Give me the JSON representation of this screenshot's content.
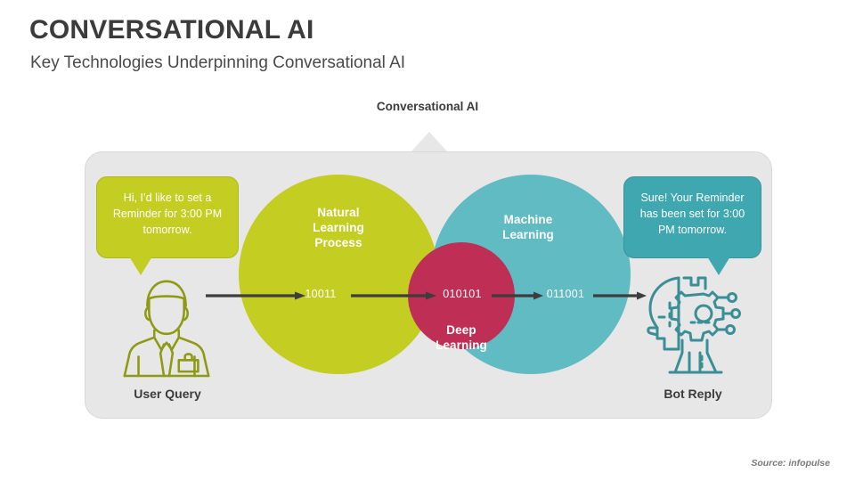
{
  "header": {
    "title": "CONVERSATIONAL AI",
    "subtitle": "Key Technologies Underpinning Conversational AI"
  },
  "diagram": {
    "caption": "Conversational AI",
    "circles": [
      {
        "id": "nlp",
        "label": "Natural\nLearning\nProcess",
        "color": "#c4cd22"
      },
      {
        "id": "ml",
        "label": "Machine\nLearning",
        "color": "#4db5be"
      },
      {
        "id": "dl",
        "label": "Deep\nLearning",
        "color": "#bf2e55"
      }
    ],
    "circle_labels": {
      "nlp": "Natural Learning Process",
      "ml": "Machine Learning",
      "dl": "Deep Learning"
    },
    "binary_labels": [
      "10011",
      "010101",
      "011001"
    ],
    "bubbles": {
      "user": "Hi, I’d like to set a Reminder for 3:00 PM tomorrow.",
      "bot": "Sure! Your Reminder has been set for 3:00 PM tomorrow."
    },
    "endpoints": {
      "user": "User Query",
      "bot": "Bot Reply"
    },
    "icons": {
      "user": "businessman-icon",
      "bot": "ai-head-gear-icon"
    }
  },
  "footer": {
    "source": "Source: infopulse"
  },
  "colors": {
    "green": "#c4cd22",
    "teal": "#4db5be",
    "teal_dark": "#3fa7b0",
    "crimson": "#bf2e55",
    "panel": "#e7e7e7",
    "text_dark": "#3b3b3b",
    "arrow": "#3d3d3d"
  }
}
